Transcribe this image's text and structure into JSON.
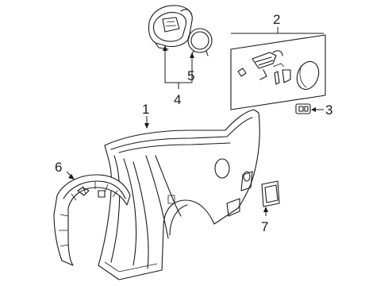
{
  "callouts": {
    "c1": "1",
    "c2": "2",
    "c3": "3",
    "c4": "4",
    "c5": "5",
    "c6": "6",
    "c7": "7"
  },
  "parts": [
    {
      "callout": "1",
      "icon": "quarter-panel"
    },
    {
      "callout": "2",
      "icon": "fuel-door-assembly"
    },
    {
      "callout": "3",
      "icon": "clip"
    },
    {
      "callout": "4",
      "icon": "filler-housing-group"
    },
    {
      "callout": "5",
      "icon": "seal-ring"
    },
    {
      "callout": "6",
      "icon": "wheel-liner"
    },
    {
      "callout": "7",
      "icon": "nameplate"
    }
  ]
}
